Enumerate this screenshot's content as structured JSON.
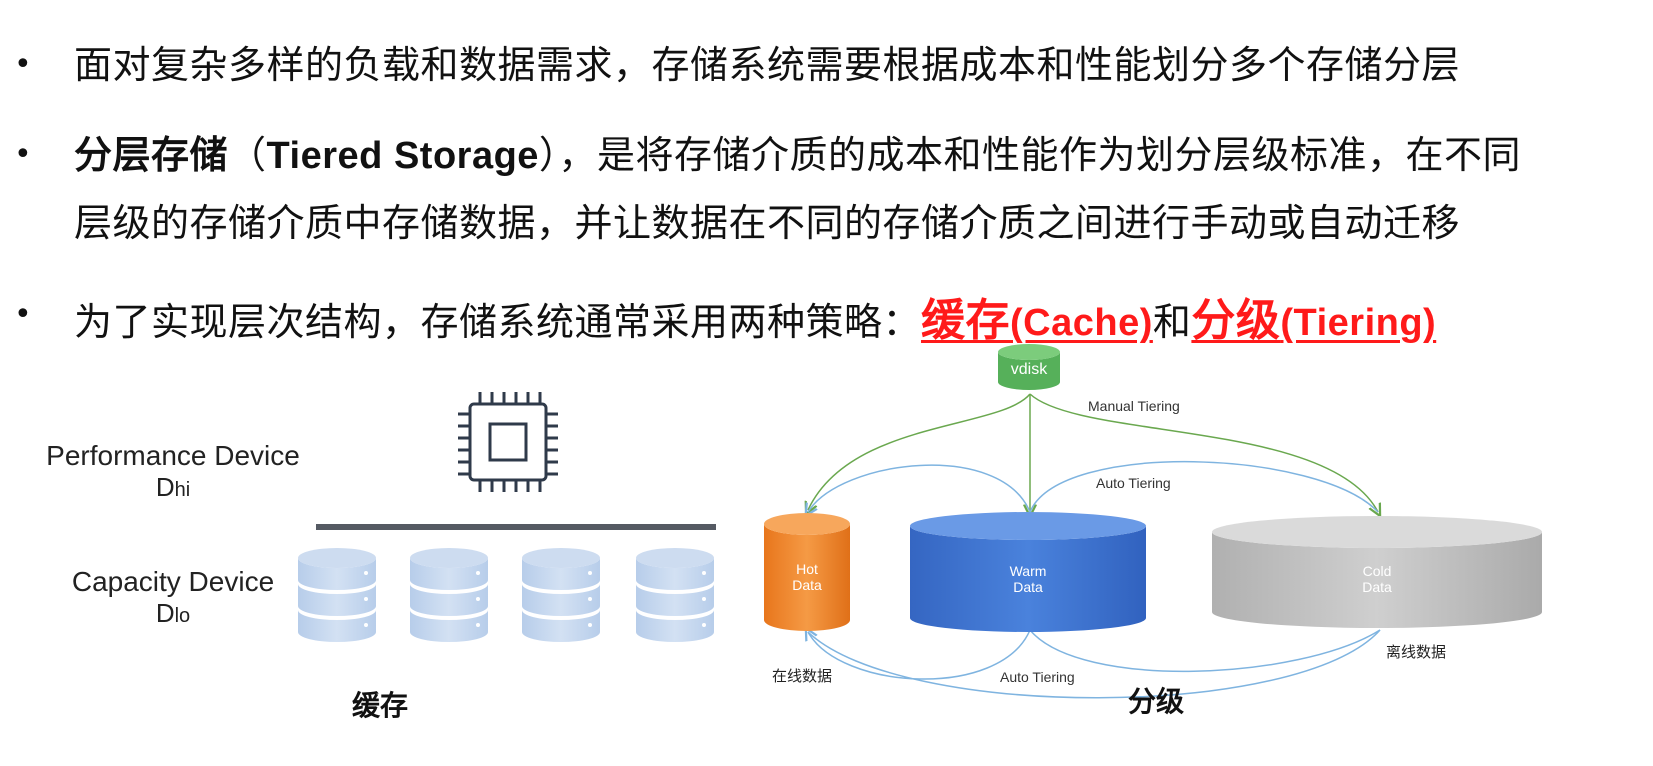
{
  "bullets": [
    {
      "symbol": "•",
      "text": "面对复杂多样的负载和数据需求，存储系统需要根据成本和性能划分多个存储分层"
    },
    {
      "symbol": "•",
      "bold": "分层存储",
      "paren_open": "（",
      "english": "Tiered Storage",
      "paren_close": "），",
      "rest_line1": "是将存储介质的成本和性能作为划分层级标准，在不同",
      "line2": "层级的存储介质中存储数据，并让数据在不同的存储介质之间进行手动或自动迁移"
    },
    {
      "symbol": "•",
      "text": "为了实现层次结构，存储系统通常采用两种策略：",
      "cache_cn": "缓存",
      "cache_en": "(Cache)",
      "and": "和",
      "tier_cn": "分级",
      "tier_en": "(Tiering)"
    }
  ],
  "cache_diagram": {
    "performance_label": "Performance Device",
    "performance_sub_main": "D",
    "performance_sub_small": "hi",
    "capacity_label": "Capacity Device",
    "capacity_sub_main": "D",
    "capacity_sub_small": "lo",
    "caption": "缓存",
    "icons": {
      "chip": "cpu-chip-icon",
      "disk": "database-stack-icon"
    }
  },
  "tiering_diagram": {
    "vdisk": "vdisk",
    "manual_tiering": "Manual Tiering",
    "auto_tiering_top": "Auto Tiering",
    "auto_tiering_bottom": "Auto Tiering",
    "hot": [
      "Hot",
      "Data"
    ],
    "warm": [
      "Warm",
      "Data"
    ],
    "cold": [
      "Cold",
      "Data"
    ],
    "online": "在线数据",
    "offline": "离线数据",
    "caption": "分级",
    "colors": {
      "vdisk": "#5cb85c",
      "hot": "#f08a2b",
      "warm": "#3f74cf",
      "cold": "#bdbdbd",
      "green_arrow": "#6aa84f",
      "blue_arrow": "#7fb4e0"
    }
  }
}
